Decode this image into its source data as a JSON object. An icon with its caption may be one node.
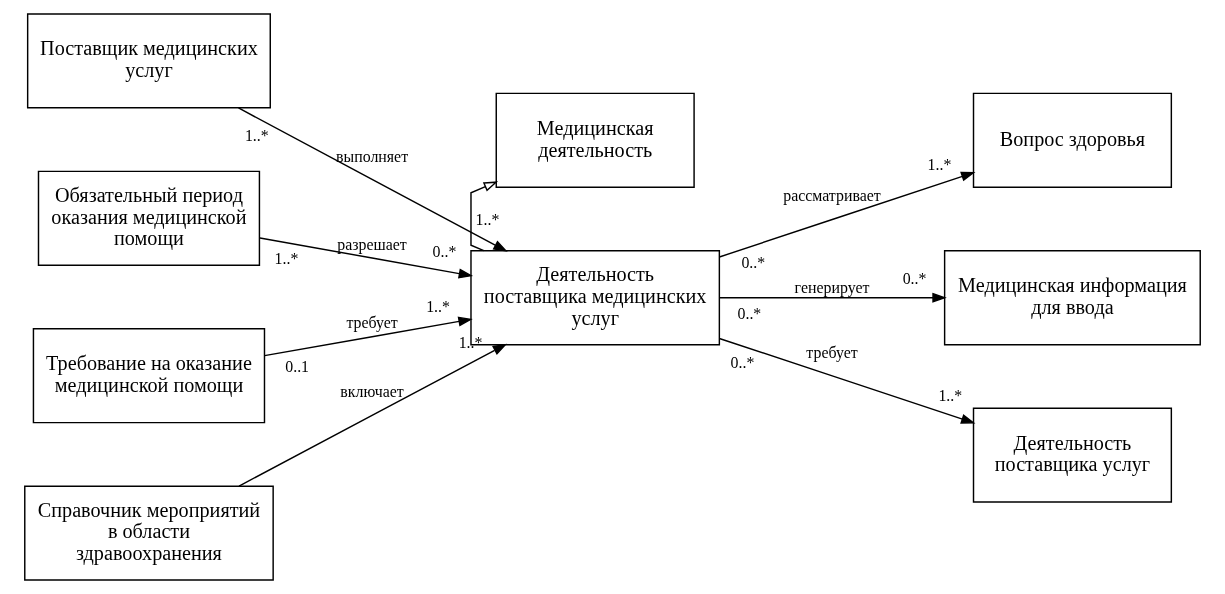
{
  "diagram": {
    "nodes": [
      {
        "text": [
          "Медицинская деятельность"
        ]
      },
      {
        "text": [
          "Поставщик медицинских услуг"
        ]
      },
      {
        "text": [
          "Обязательный период оказания медицинской помощи"
        ]
      },
      {
        "text": [
          "Требование на оказание медицинской помощи"
        ]
      },
      {
        "text": [
          "Справочник мероприятий в области здравоохранения"
        ]
      },
      {
        "text": [
          "Деятельность поставщика медицинских услуг"
        ]
      },
      {
        "text": [
          "Вопрос здоровья"
        ]
      },
      {
        "text": [
          "Медицинская информация для ввода"
        ]
      },
      {
        "text": [
          "Деятельность поставщика услуг"
        ]
      }
    ],
    "edges": [
      {
        "from": 5,
        "to": 0,
        "arrow": "to"
      },
      {
        "from": 1,
        "to": 5,
        "arrow": "to",
        "label": "выполняет"
      },
      {
        "from": 2,
        "to": 5,
        "arrow": "to",
        "label": "разрешает"
      },
      {
        "from": 3,
        "to": 5,
        "arrow": "to",
        "label": "требует"
      },
      {
        "from": 4,
        "to": 5,
        "arrow": "to",
        "label": "включает"
      },
      {
        "from": 5,
        "to": 6,
        "arrow": "to",
        "label": "рассматривает"
      },
      {
        "from": 5,
        "to": 7,
        "arrow": "to",
        "label": "генерирует"
      },
      {
        "from": 5,
        "to": 8,
        "arrow": "to",
        "label": "требует"
      }
    ],
    "labels": [
      "1..*",
      "1..*",
      "1..*",
      "0..*",
      "0..1",
      "1..*",
      "1..*",
      "0..*",
      "1..*",
      "0..*",
      "0..*",
      "0..*",
      "1..*"
    ]
  }
}
